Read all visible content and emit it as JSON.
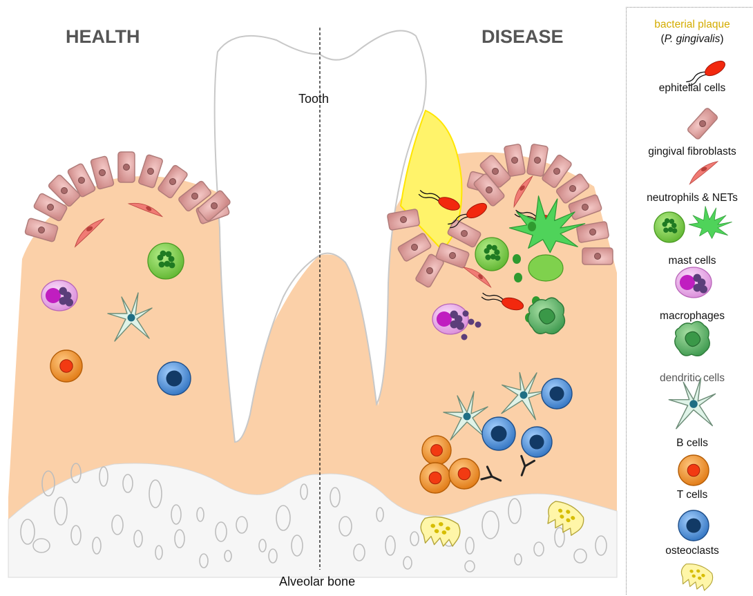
{
  "headings": {
    "health": "HEALTH",
    "disease": "DISEASE"
  },
  "labels": {
    "tooth": "Tooth",
    "bone": "Alveolar bone"
  },
  "legend": {
    "plaque_title": "bacterial plaque",
    "plaque_species_open": "(",
    "plaque_species": "P. gingivalis",
    "plaque_species_close": ")",
    "items": [
      {
        "label": "ephitelial cells",
        "icon": "epithelial-cell-icon"
      },
      {
        "label": "gingival fibroblasts",
        "icon": "fibroblast-icon"
      },
      {
        "label": "neutrophils & NETs",
        "icon": "neutrophil-icon"
      },
      {
        "label": "mast cells",
        "icon": "mast-cell-icon"
      },
      {
        "label": "macrophages",
        "icon": "macrophage-icon"
      },
      {
        "label": "dendritic cells",
        "icon": "dendritic-cell-icon"
      },
      {
        "label": "B cells",
        "icon": "b-cell-icon"
      },
      {
        "label": "T cells",
        "icon": "t-cell-icon"
      },
      {
        "label": "osteoclasts",
        "icon": "osteoclast-icon"
      }
    ]
  },
  "colors": {
    "gingiva": "#fbd0a8",
    "epithelial": "#e6aaa8",
    "plaque": "#fff36a",
    "bacteria": "#f2280e",
    "neutrophil": "#7fd14d",
    "mast_cell": "#e08be0",
    "macrophage": "#5db56a",
    "dendritic": "#dff3e8",
    "b_cell": "#f08d25",
    "t_cell": "#3f86d0",
    "osteoclast": "#fff6a8",
    "fibroblast": "#f07b74",
    "plaque_title": "#d4ac00",
    "dendritic_label": "#555555"
  }
}
